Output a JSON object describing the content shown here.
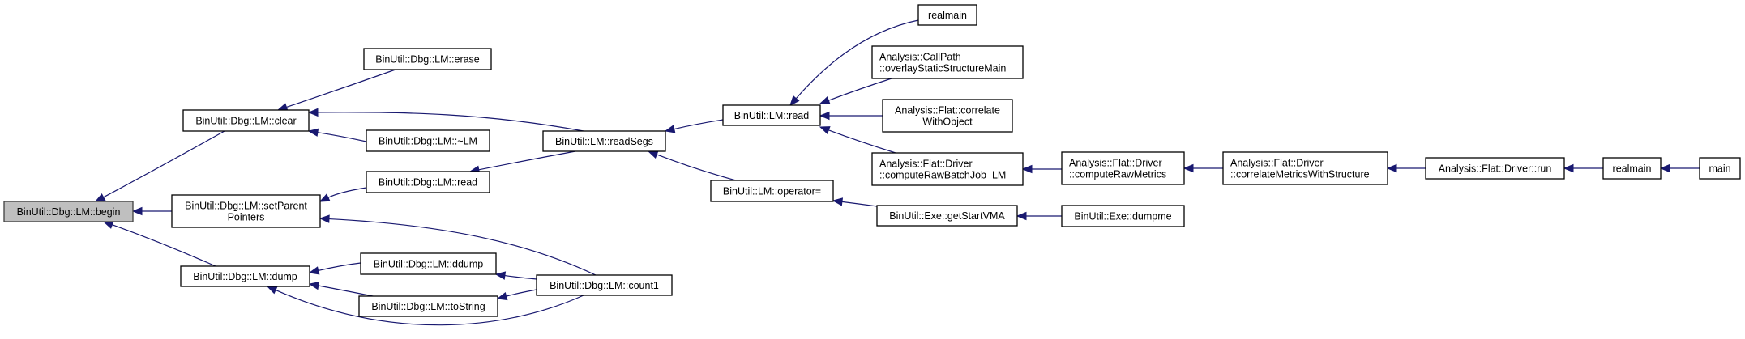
{
  "diagram": {
    "type": "call-graph (caller graph)",
    "edge_color": "#191970",
    "root_fill": "#bfbfbf",
    "nodes": [
      {
        "id": "begin",
        "lines": [
          "BinUtil::Dbg::LM::begin"
        ],
        "root": true
      },
      {
        "id": "clear",
        "lines": [
          "BinUtil::Dbg::LM::clear"
        ]
      },
      {
        "id": "setParent",
        "lines": [
          "BinUtil::Dbg::LM::setParent",
          "Pointers"
        ]
      },
      {
        "id": "dump",
        "lines": [
          "BinUtil::Dbg::LM::dump"
        ]
      },
      {
        "id": "erase",
        "lines": [
          "BinUtil::Dbg::LM::erase"
        ]
      },
      {
        "id": "dtor",
        "lines": [
          "BinUtil::Dbg::LM::~LM"
        ]
      },
      {
        "id": "dbgRead",
        "lines": [
          "BinUtil::Dbg::LM::read"
        ]
      },
      {
        "id": "ddump",
        "lines": [
          "BinUtil::Dbg::LM::ddump"
        ]
      },
      {
        "id": "toString",
        "lines": [
          "BinUtil::Dbg::LM::toString"
        ]
      },
      {
        "id": "count1",
        "lines": [
          "BinUtil::Dbg::LM::count1"
        ]
      },
      {
        "id": "readSegs",
        "lines": [
          "BinUtil::LM::readSegs"
        ]
      },
      {
        "id": "lmRead",
        "lines": [
          "BinUtil::LM::read"
        ]
      },
      {
        "id": "opAssign",
        "lines": [
          "BinUtil::LM::operator="
        ]
      },
      {
        "id": "realmainTop",
        "lines": [
          "realmain"
        ]
      },
      {
        "id": "callPath",
        "lines": [
          "Analysis::CallPath",
          "::overlayStaticStructureMain"
        ]
      },
      {
        "id": "corrObj",
        "lines": [
          "Analysis::Flat::correlate",
          "WithObject"
        ]
      },
      {
        "id": "rawBatch",
        "lines": [
          "Analysis::Flat::Driver",
          "::computeRawBatchJob_LM"
        ]
      },
      {
        "id": "getStartVMA",
        "lines": [
          "BinUtil::Exe::getStartVMA"
        ]
      },
      {
        "id": "rawMetrics",
        "lines": [
          "Analysis::Flat::Driver",
          "::computeRawMetrics"
        ]
      },
      {
        "id": "dumpme",
        "lines": [
          "BinUtil::Exe::dumpme"
        ]
      },
      {
        "id": "corrMetrics",
        "lines": [
          "Analysis::Flat::Driver",
          "::correlateMetricsWithStructure"
        ]
      },
      {
        "id": "run",
        "lines": [
          "Analysis::Flat::Driver::run"
        ]
      },
      {
        "id": "realmain",
        "lines": [
          "realmain"
        ]
      },
      {
        "id": "main",
        "lines": [
          "main"
        ]
      }
    ],
    "edges": [
      {
        "from": "clear",
        "to": "begin"
      },
      {
        "from": "setParent",
        "to": "begin"
      },
      {
        "from": "dump",
        "to": "begin"
      },
      {
        "from": "erase",
        "to": "clear"
      },
      {
        "from": "readSegs",
        "to": "clear"
      },
      {
        "from": "dtor",
        "to": "clear"
      },
      {
        "from": "dbgRead",
        "to": "setParent"
      },
      {
        "from": "count1",
        "to": "setParent"
      },
      {
        "from": "ddump",
        "to": "dump"
      },
      {
        "from": "toString",
        "to": "dump"
      },
      {
        "from": "count1",
        "to": "dump"
      },
      {
        "from": "readSegs",
        "to": "dbgRead"
      },
      {
        "from": "count1",
        "to": "ddump"
      },
      {
        "from": "count1",
        "to": "toString"
      },
      {
        "from": "lmRead",
        "to": "readSegs"
      },
      {
        "from": "opAssign",
        "to": "readSegs"
      },
      {
        "from": "realmainTop",
        "to": "lmRead"
      },
      {
        "from": "callPath",
        "to": "lmRead"
      },
      {
        "from": "corrObj",
        "to": "lmRead"
      },
      {
        "from": "rawBatch",
        "to": "lmRead"
      },
      {
        "from": "getStartVMA",
        "to": "opAssign"
      },
      {
        "from": "rawMetrics",
        "to": "rawBatch"
      },
      {
        "from": "dumpme",
        "to": "getStartVMA"
      },
      {
        "from": "corrMetrics",
        "to": "rawMetrics"
      },
      {
        "from": "run",
        "to": "corrMetrics"
      },
      {
        "from": "realmain",
        "to": "run"
      },
      {
        "from": "main",
        "to": "realmain"
      }
    ]
  }
}
